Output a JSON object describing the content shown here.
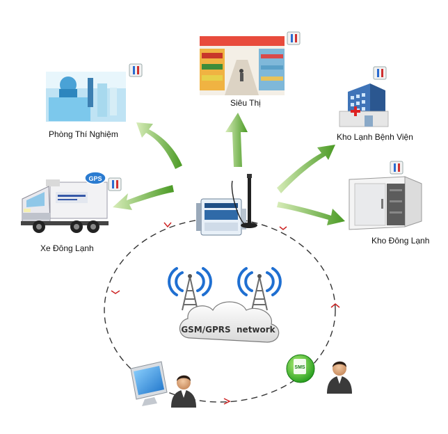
{
  "nodes": {
    "lab": "Phòng Thí Nghiệm",
    "supermarket": "Siêu Thị",
    "hospital": "Kho Lạnh Bệnh Viện",
    "truck": "Xe Đông Lạnh",
    "freezer": "Kho Đông Lạnh"
  },
  "network": {
    "label": "GSM/GPRS  network"
  },
  "badges": {
    "gps": "GPS",
    "sms": "SMS"
  },
  "colors": {
    "arrow_green": "#5aa832",
    "dashed_line": "#333333",
    "dashed_arrow": "#cc2222",
    "signal_blue": "#1f6fd1",
    "tower_gray": "#6b6b6b"
  }
}
